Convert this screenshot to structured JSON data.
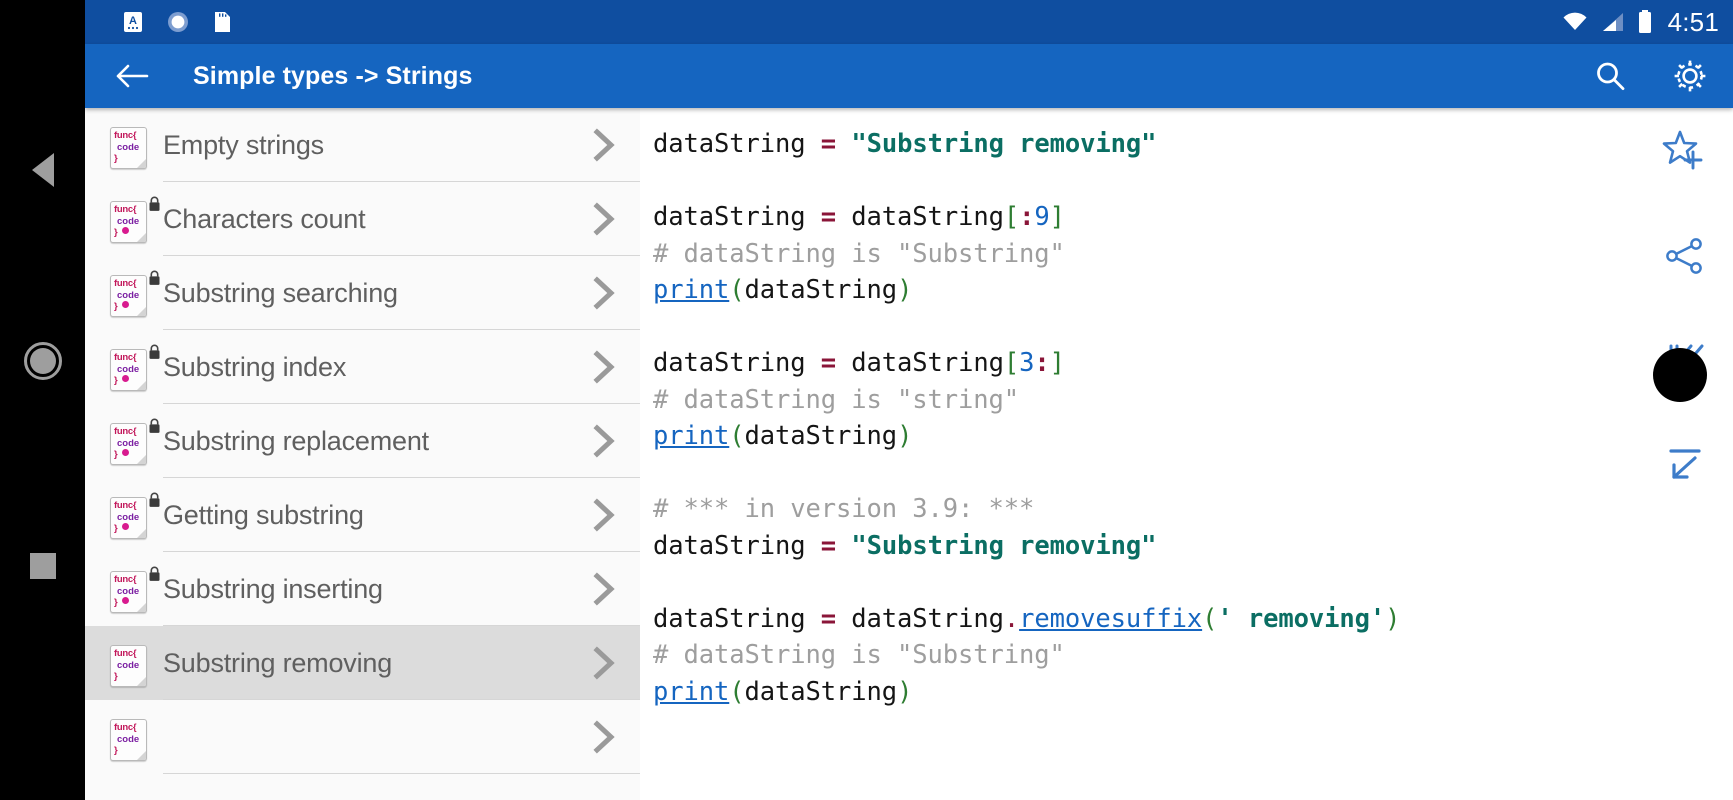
{
  "device": {
    "nav": [
      {
        "name": "back",
        "icon": "triangle-left-icon"
      },
      {
        "name": "home",
        "icon": "circle-icon"
      },
      {
        "name": "recents",
        "icon": "square-icon"
      }
    ]
  },
  "statusbar": {
    "background": "#0f4ea0",
    "notifications": [
      {
        "name": "keyboard-icon",
        "label": "A"
      },
      {
        "name": "sync-spinner-icon",
        "label": ""
      },
      {
        "name": "sd-card-icon",
        "label": ""
      }
    ],
    "right_icons": [
      {
        "name": "wifi-icon"
      },
      {
        "name": "cellular-signal-icon"
      },
      {
        "name": "battery-icon"
      }
    ],
    "clock": "4:51"
  },
  "appbar": {
    "background": "#1565c0",
    "back_icon": "arrow-left-icon",
    "title": "Simple types -> Strings",
    "actions": [
      {
        "name": "search-icon",
        "label": "Search"
      },
      {
        "name": "gear-icon",
        "label": "Settings"
      }
    ]
  },
  "sidebar": {
    "background": "#fafafa",
    "selected_background": "#dcdcdc",
    "items": [
      {
        "label": "Empty strings",
        "locked": false,
        "dot": false,
        "selected": false
      },
      {
        "label": "Characters count",
        "locked": true,
        "dot": true,
        "selected": false
      },
      {
        "label": "Substring searching",
        "locked": true,
        "dot": true,
        "selected": false
      },
      {
        "label": "Substring index",
        "locked": true,
        "dot": true,
        "selected": false
      },
      {
        "label": "Substring replacement",
        "locked": true,
        "dot": true,
        "selected": false
      },
      {
        "label": "Getting substring",
        "locked": true,
        "dot": true,
        "selected": false
      },
      {
        "label": "Substring inserting",
        "locked": true,
        "dot": true,
        "selected": false
      },
      {
        "label": "Substring removing",
        "locked": false,
        "dot": false,
        "selected": true
      },
      {
        "label": "",
        "locked": false,
        "dot": false,
        "selected": false
      }
    ],
    "item_icon": {
      "name": "code-file-icon",
      "line1": "func{",
      "line2": "code",
      "line3": "}"
    },
    "chevron_icon": "chevron-right-icon",
    "lock_icon": "lock-icon"
  },
  "code": {
    "language": "python",
    "lines": [
      [
        {
          "t": "dataString ",
          "c": "plain"
        },
        {
          "t": "=",
          "c": "op"
        },
        {
          "t": " ",
          "c": "plain"
        },
        {
          "t": "\"Substring removing\"",
          "c": "str"
        }
      ],
      [],
      [
        {
          "t": "dataString ",
          "c": "plain"
        },
        {
          "t": "=",
          "c": "op"
        },
        {
          "t": " dataString",
          "c": "plain"
        },
        {
          "t": "[",
          "c": "brk"
        },
        {
          "t": ":",
          "c": "op"
        },
        {
          "t": "9",
          "c": "num"
        },
        {
          "t": "]",
          "c": "brk"
        }
      ],
      [
        {
          "t": "# dataString is \"Substring\"",
          "c": "cmt"
        }
      ],
      [
        {
          "t": "print",
          "c": "fn"
        },
        {
          "t": "(",
          "c": "par"
        },
        {
          "t": "dataString",
          "c": "plain"
        },
        {
          "t": ")",
          "c": "par"
        }
      ],
      [],
      [
        {
          "t": "dataString ",
          "c": "plain"
        },
        {
          "t": "=",
          "c": "op"
        },
        {
          "t": " dataString",
          "c": "plain"
        },
        {
          "t": "[",
          "c": "brk"
        },
        {
          "t": "3",
          "c": "num"
        },
        {
          "t": ":",
          "c": "op"
        },
        {
          "t": "]",
          "c": "brk"
        }
      ],
      [
        {
          "t": "# dataString is \"string\"",
          "c": "cmt"
        }
      ],
      [
        {
          "t": "print",
          "c": "fn"
        },
        {
          "t": "(",
          "c": "par"
        },
        {
          "t": "dataString",
          "c": "plain"
        },
        {
          "t": ")",
          "c": "par"
        }
      ],
      [],
      [
        {
          "t": "# *** in version 3.9: ***",
          "c": "cmt"
        }
      ],
      [
        {
          "t": "dataString ",
          "c": "plain"
        },
        {
          "t": "=",
          "c": "op"
        },
        {
          "t": " ",
          "c": "plain"
        },
        {
          "t": "\"Substring removing\"",
          "c": "str"
        }
      ],
      [],
      [
        {
          "t": "dataString ",
          "c": "plain"
        },
        {
          "t": "=",
          "c": "op"
        },
        {
          "t": " dataString",
          "c": "plain"
        },
        {
          "t": ".",
          "c": "dot"
        },
        {
          "t": "removesuffix",
          "c": "fn"
        },
        {
          "t": "(",
          "c": "par"
        },
        {
          "t": "' removing'",
          "c": "str"
        },
        {
          "t": ")",
          "c": "par"
        }
      ],
      [
        {
          "t": "# dataString is \"Substring\"",
          "c": "cmt"
        }
      ],
      [
        {
          "t": "print",
          "c": "fn"
        },
        {
          "t": "(",
          "c": "par"
        },
        {
          "t": "dataString",
          "c": "plain"
        },
        {
          "t": ")",
          "c": "par"
        }
      ]
    ]
  },
  "action_rail": {
    "accent": "#3d7cc9",
    "actions": [
      {
        "name": "add-to-favorites-icon",
        "label": "Add to favorites"
      },
      {
        "name": "share-icon",
        "label": "Share"
      },
      {
        "name": "skip-to-start-icon",
        "label": "Go to start"
      },
      {
        "name": "collapse-down-left-icon",
        "label": "Collapse"
      }
    ]
  }
}
